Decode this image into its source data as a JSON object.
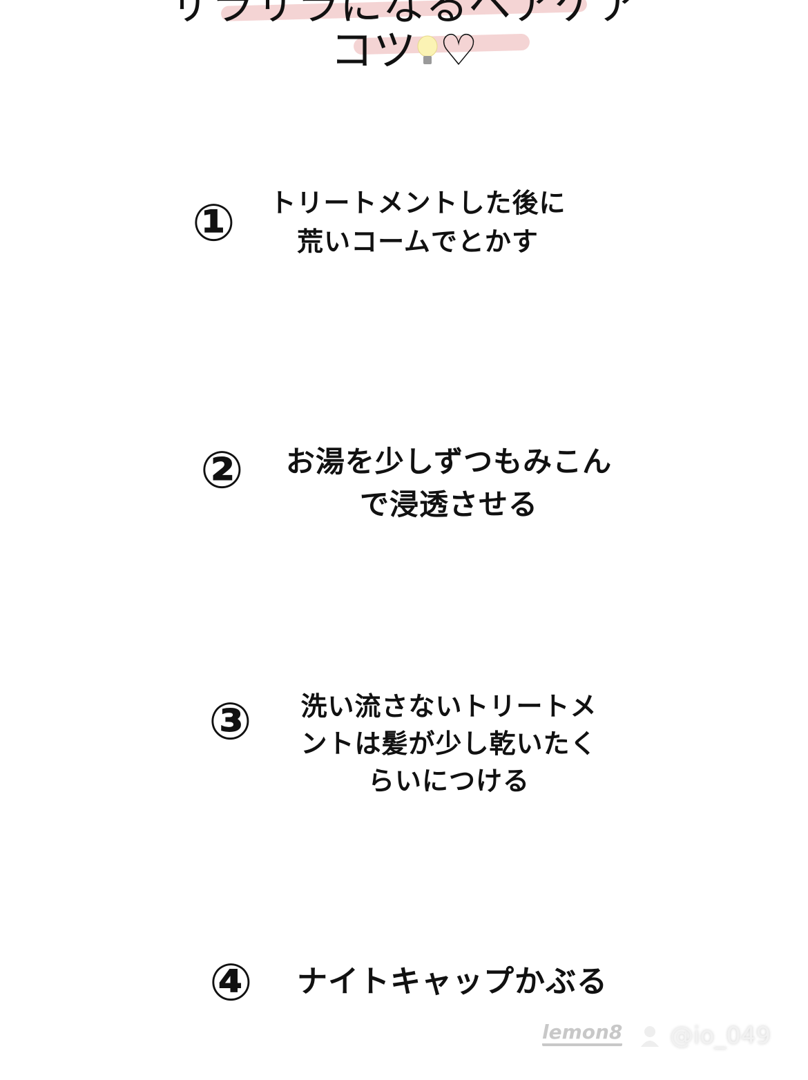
{
  "title": {
    "line1": "サラサラになるヘアケア",
    "line2": "コツ",
    "heart": "♡",
    "bulb_icon": "lightbulb-icon",
    "highlight_color": "#f2cccc"
  },
  "items": [
    {
      "number": "①",
      "lines": [
        "トリートメントした後に",
        "荒いコームでとかす"
      ]
    },
    {
      "number": "②",
      "lines": [
        "お湯を少しずつもみこん",
        "で浸透させる"
      ]
    },
    {
      "number": "③",
      "lines": [
        "洗い流さないトリートメ",
        "ントは髪が少し乾いたく",
        "らいにつける"
      ]
    },
    {
      "number": "④",
      "lines": [
        "ナイトキャップかぶる"
      ]
    }
  ],
  "watermark": {
    "logo": "lemon8",
    "user_icon": "user-icon",
    "username": "@io_049"
  }
}
